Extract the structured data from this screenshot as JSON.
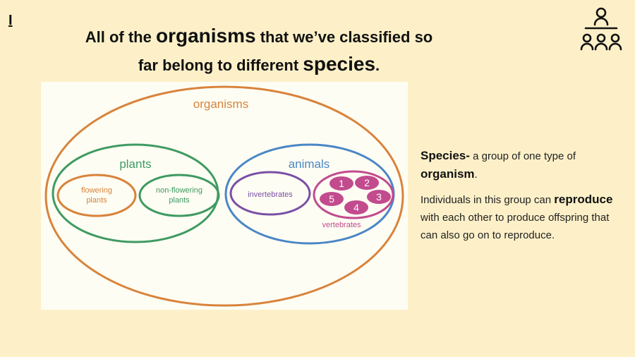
{
  "corner_mark": "I",
  "title": {
    "line1_pre": "All of the ",
    "line1_key": "organisms",
    "line1_post": " that we’ve classified so",
    "line2_pre": "far belong to different ",
    "line2_key": "species",
    "line2_post": "."
  },
  "diagram": {
    "outer": "organisms",
    "plants": "plants",
    "flowering_1": "flowering",
    "flowering_2": "plants",
    "nonflowering_1": "non-flowering",
    "nonflowering_2": "plants",
    "animals": "animals",
    "invertebrates": "invertebrates",
    "vertebrates": "vertebrates",
    "species_numbers": [
      "1",
      "2",
      "3",
      "4",
      "5"
    ]
  },
  "panel": {
    "def_term": "Species-",
    "def_text": " a group of one type of ",
    "def_term2": "organism",
    "def_end": ".",
    "p2_pre": "Individuals in this group can ",
    "p2_term": "reproduce",
    "p2_post": " with each other to produce offspring that can also go on to reproduce."
  },
  "colors": {
    "background": "#fdf0c8",
    "organisms": "#d9833b",
    "plants": "#3f9a62",
    "animals": "#4b86c6",
    "invertebrates": "#7a4fa6",
    "vertebrates": "#c24b8e"
  },
  "icons": [
    "group-presenter-icon"
  ]
}
